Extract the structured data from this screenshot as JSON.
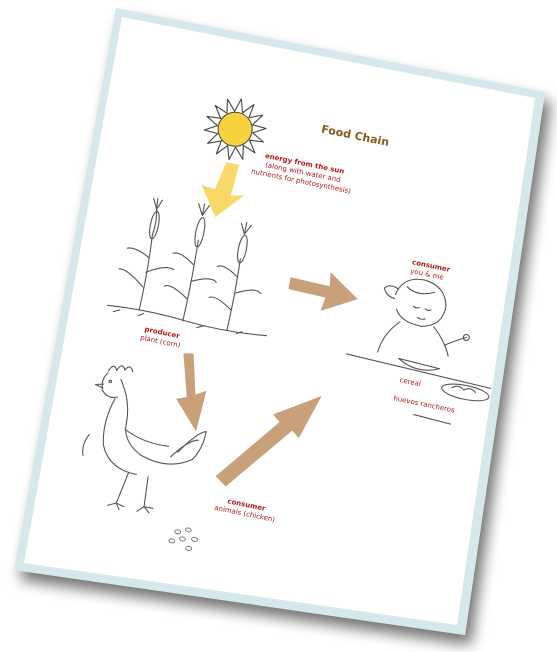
{
  "title": "Food Chain",
  "colors": {
    "title": "#8a5a1a",
    "label": "#b01a1a",
    "sun_fill": "#f7d23c",
    "sun_arrow": "#f8d866",
    "flow_arrow": "#c8a07a",
    "sheet_border": "#d5e8ec"
  },
  "nodes": {
    "sun": {
      "icon": "sun-icon",
      "title": "energy from the sun",
      "line1": "(along with water and",
      "line2": "nutrients for photosynthesis)"
    },
    "producer": {
      "icon": "corn-plant-icon",
      "title": "producer",
      "subtitle": "plant (corn)"
    },
    "consumer_people": {
      "icon": "child-eating-icon",
      "title": "consumer",
      "subtitle": "you & me",
      "food1": "cereal",
      "food2": "huevos rancheros"
    },
    "consumer_animals": {
      "icon": "chicken-icon",
      "title": "consumer",
      "subtitle": "animals (chicken)"
    }
  }
}
